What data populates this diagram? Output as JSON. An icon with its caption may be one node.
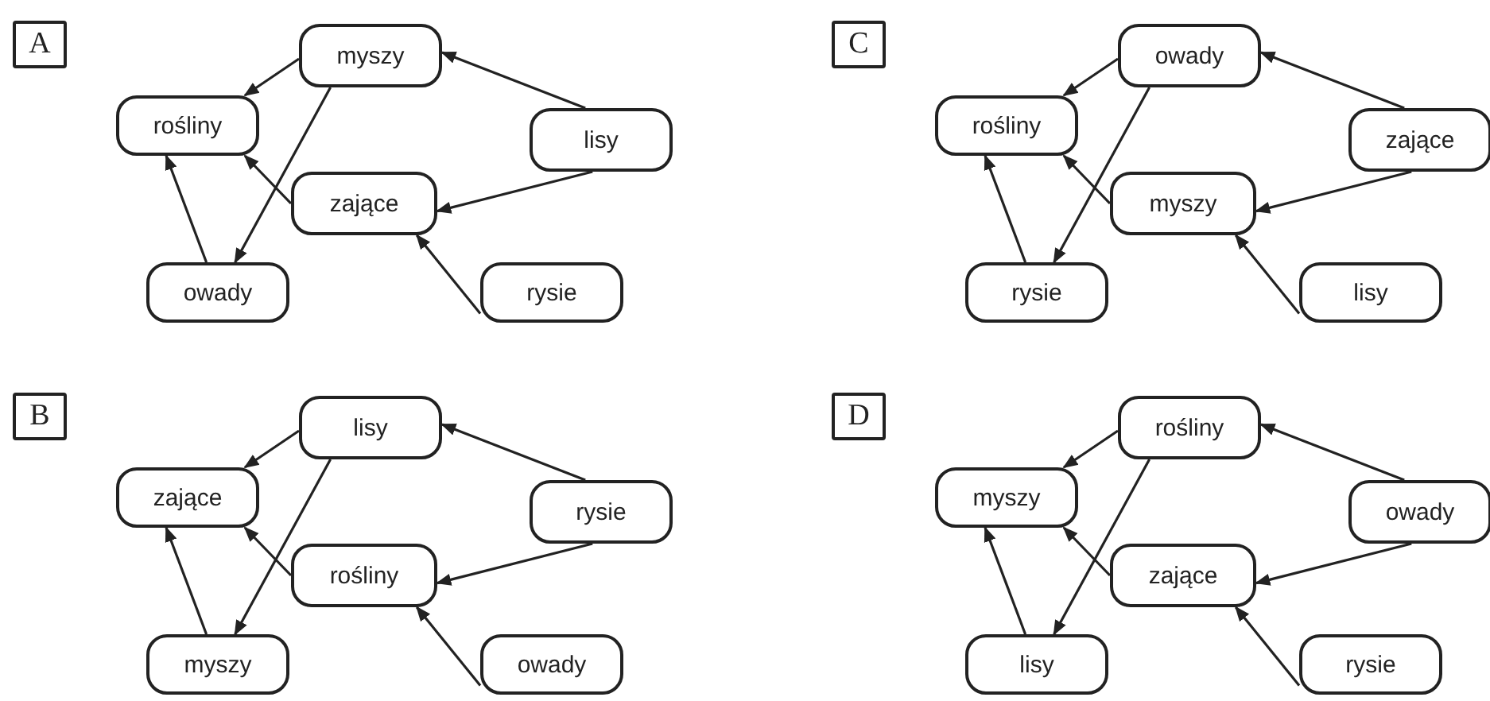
{
  "diagram": {
    "nodes": [
      {
        "text": [
          "A"
        ]
      },
      {
        "text": [
          "myszy"
        ]
      },
      {
        "text": [
          "rośliny"
        ]
      },
      {
        "text": [
          "lisy"
        ]
      },
      {
        "text": [
          "zające"
        ]
      },
      {
        "text": [
          "owady"
        ]
      },
      {
        "text": [
          "rysie"
        ]
      },
      {
        "text": [
          "C"
        ]
      },
      {
        "text": [
          "owady"
        ]
      },
      {
        "text": [
          "rośliny"
        ]
      },
      {
        "text": [
          "zające"
        ]
      },
      {
        "text": [
          "myszy"
        ]
      },
      {
        "text": [
          "rysie"
        ]
      },
      {
        "text": [
          "lisy"
        ]
      },
      {
        "text": [
          "B"
        ]
      },
      {
        "text": [
          "lisy"
        ]
      },
      {
        "text": [
          "zające"
        ]
      },
      {
        "text": [
          "rysie"
        ]
      },
      {
        "text": [
          "rośliny"
        ]
      },
      {
        "text": [
          "myszy"
        ]
      },
      {
        "text": [
          "owady"
        ]
      },
      {
        "text": [
          "D"
        ]
      },
      {
        "text": [
          "rośliny"
        ]
      },
      {
        "text": [
          "myszy"
        ]
      },
      {
        "text": [
          "owady"
        ]
      },
      {
        "text": [
          "zające"
        ]
      },
      {
        "text": [
          "lisy"
        ]
      },
      {
        "text": [
          "rysie"
        ]
      }
    ],
    "edges": [
      {
        "from": 1,
        "to": 2,
        "arrow": "to"
      },
      {
        "from": 1,
        "to": 5,
        "arrow": "to"
      },
      {
        "from": 3,
        "to": 1,
        "arrow": "to"
      },
      {
        "from": 3,
        "to": 4,
        "arrow": "to"
      },
      {
        "from": 6,
        "to": 4,
        "arrow": "to"
      },
      {
        "from": 4,
        "to": 2,
        "arrow": "to"
      },
      {
        "from": 5,
        "to": 2,
        "arrow": "to"
      },
      {
        "from": 8,
        "to": 9,
        "arrow": "to"
      },
      {
        "from": 8,
        "to": 12,
        "arrow": "to"
      },
      {
        "from": 10,
        "to": 8,
        "arrow": "to"
      },
      {
        "from": 10,
        "to": 11,
        "arrow": "to"
      },
      {
        "from": 13,
        "to": 11,
        "arrow": "to"
      },
      {
        "from": 11,
        "to": 9,
        "arrow": "to"
      },
      {
        "from": 12,
        "to": 9,
        "arrow": "to"
      },
      {
        "from": 15,
        "to": 16,
        "arrow": "to"
      },
      {
        "from": 15,
        "to": 19,
        "arrow": "to"
      },
      {
        "from": 17,
        "to": 15,
        "arrow": "to"
      },
      {
        "from": 17,
        "to": 18,
        "arrow": "to"
      },
      {
        "from": 20,
        "to": 18,
        "arrow": "to"
      },
      {
        "from": 18,
        "to": 16,
        "arrow": "to"
      },
      {
        "from": 19,
        "to": 16,
        "arrow": "to"
      },
      {
        "from": 22,
        "to": 23,
        "arrow": "to"
      },
      {
        "from": 22,
        "to": 26,
        "arrow": "to"
      },
      {
        "from": 24,
        "to": 22,
        "arrow": "to"
      },
      {
        "from": 24,
        "to": 25,
        "arrow": "to"
      },
      {
        "from": 27,
        "to": 25,
        "arrow": "to"
      },
      {
        "from": 25,
        "to": 23,
        "arrow": "to"
      },
      {
        "from": 26,
        "to": 23,
        "arrow": "to"
      }
    ]
  }
}
